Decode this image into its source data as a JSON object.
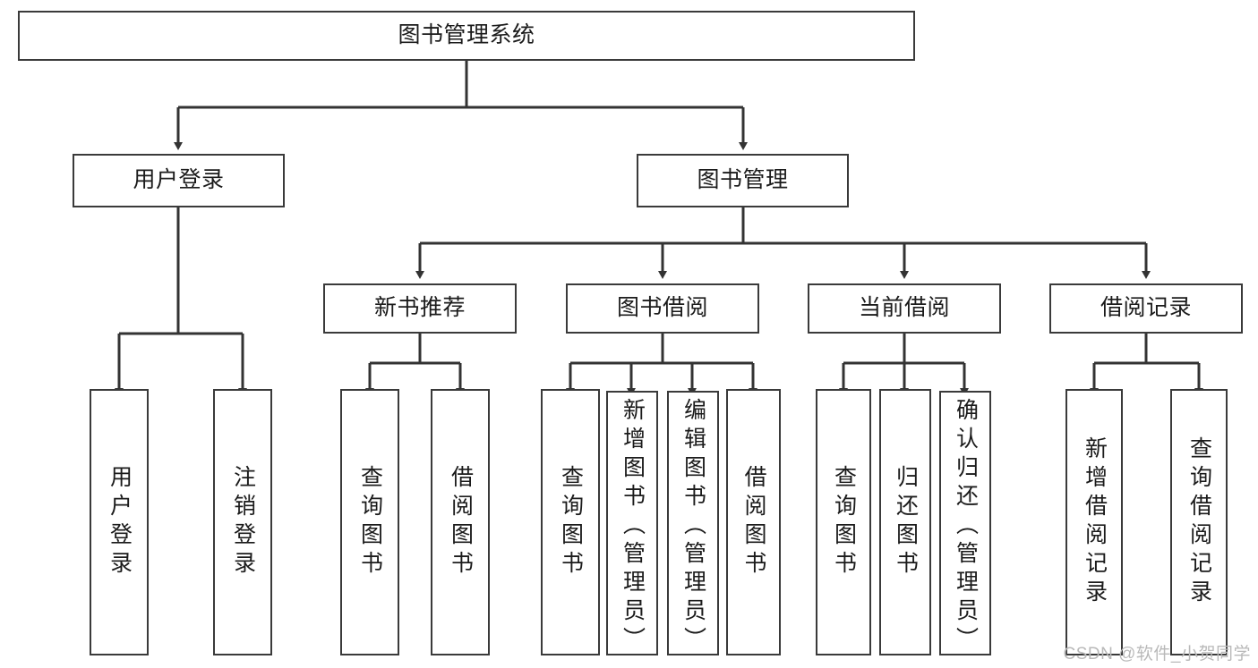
{
  "diagram": {
    "type": "tree",
    "title": "图书管理系统",
    "root": {
      "id": "root",
      "label": "图书管理系统"
    },
    "level2": [
      {
        "id": "user-login",
        "label": "用户登录"
      },
      {
        "id": "book-manage",
        "label": "图书管理"
      }
    ],
    "level3": [
      {
        "id": "new-book-rec",
        "label": "新书推荐"
      },
      {
        "id": "book-borrow",
        "label": "图书借阅"
      },
      {
        "id": "current-borrow",
        "label": "当前借阅"
      },
      {
        "id": "borrow-record",
        "label": "借阅记录"
      }
    ],
    "leaves": {
      "user_login": [
        {
          "id": "leaf-user-login",
          "label": "用户登录"
        },
        {
          "id": "leaf-logout",
          "label": "注销登录"
        }
      ],
      "new_book_rec": [
        {
          "id": "leaf-query-book-1",
          "label": "查询图书"
        },
        {
          "id": "leaf-borrow-book-1",
          "label": "借阅图书"
        }
      ],
      "book_borrow": [
        {
          "id": "leaf-query-book-2",
          "label": "查询图书"
        },
        {
          "id": "leaf-add-book",
          "label": "新增图书（管理员）"
        },
        {
          "id": "leaf-edit-book",
          "label": "编辑图书（管理员）"
        },
        {
          "id": "leaf-borrow-book-2",
          "label": "借阅图书"
        }
      ],
      "current_borrow": [
        {
          "id": "leaf-query-book-3",
          "label": "查询图书"
        },
        {
          "id": "leaf-return-book",
          "label": "归还图书"
        },
        {
          "id": "leaf-confirm-return",
          "label": "确认归还（管理员）"
        }
      ],
      "borrow_record": [
        {
          "id": "leaf-add-record",
          "label": "新增借阅记录"
        },
        {
          "id": "leaf-query-record",
          "label": "查询借阅记录"
        }
      ]
    }
  },
  "style": {
    "border_color": "#3a3a3a",
    "text_color": "#1b1b1b",
    "background": "#ffffff",
    "edge_color": "#333333"
  },
  "watermark": {
    "text": "CSDN @软件_小贺同学"
  }
}
